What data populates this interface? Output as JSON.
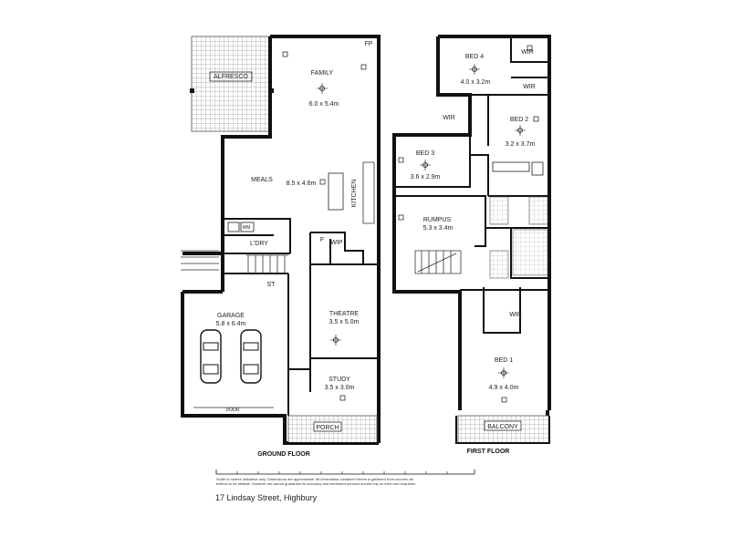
{
  "labels": {
    "ground_floor": "GROUND FLOOR",
    "first_floor": "FIRST FLOOR",
    "address": "17 Lindsay Street, Highbury",
    "disclaimer_line1": "Scale in metres Indicative only. Dimensions are approximate. All information contained herein is gathered from sources we",
    "disclaimer_line2": "believe to be reliable. However we cannot guarantee its accuracy and interested persons should rely on their own enquiries."
  },
  "ground_rooms": {
    "alfresco": "ALFRESCO",
    "family": "FAMILY",
    "family_dim": "6.0 x 5.4m",
    "fp": "FP",
    "meals": "MEALS",
    "living_dim": "8.5 x 4.6m",
    "kitchen": "KITCHEN",
    "wm": "WM",
    "ldry": "L'DRY",
    "f": "F",
    "wip": "WIP",
    "st": "ST",
    "garage": "GARAGE",
    "garage_dim": "5.8 x 6.4m",
    "theatre": "THEATRE",
    "theatre_dim": "3.5 x 5.0m",
    "study": "STUDY",
    "study_dim": "3.5 x 3.0m",
    "door": "DOOR",
    "porch": "PORCH"
  },
  "first_rooms": {
    "bed4": "BED 4",
    "bed4_dim": "4.0 x 3.2m",
    "wir_bed4": "WIR",
    "wir_bed2": "WIR",
    "bed2": "BED 2",
    "bed2_dim": "3.2 x 3.7m",
    "wir_bed3": "WIR",
    "bed3": "BED 3",
    "bed3_dim": "3.6 x 2.9m",
    "rumpus": "RUMPUS",
    "rumpus_dim": "5.3 x 3.4m",
    "wir_bed1": "WIR",
    "bed1": "BED 1",
    "bed1_dim": "4.9 x 4.0m",
    "balcony": "BALCONY"
  },
  "colors": {
    "wall": "#111111",
    "hatch": "#8a8a8a",
    "background": "#ffffff"
  }
}
